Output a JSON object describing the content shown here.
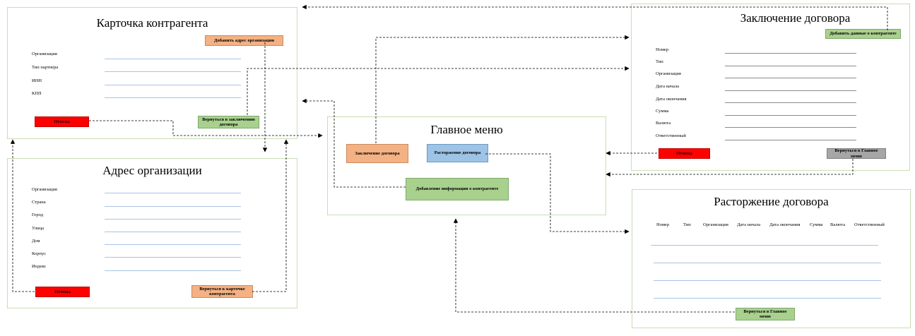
{
  "card": {
    "title": "Карточка контрагента",
    "fields": [
      "Организация",
      "Тип партнера",
      "ИНН",
      "КПП"
    ],
    "add_address_label": "Добавить адрес организации",
    "back_contract_label": "Вернуться в заключению договора",
    "cancel_label": "Отмена"
  },
  "address": {
    "title": "Адрес организации",
    "fields": [
      "Организация",
      "Страна",
      "Город",
      "Улица",
      "Дом",
      "Корпус",
      "Индекс"
    ],
    "cancel_label": "Отмена",
    "back_card_label": "Вернуться к карточке контрагента"
  },
  "menu": {
    "title": "Главное меню",
    "conclusion_label": "Заключение договора",
    "termination_label": "Расторжение договора",
    "add_info_label": "Добавление информации о контрагенте"
  },
  "conclusion": {
    "title": "Заключение договора",
    "add_counterparty_label": "Добавить данные о контрагенте",
    "fields": [
      "Номер",
      "Тип",
      "Организация",
      "Дата начала",
      "Дата окончания",
      "Сумма",
      "Валюта",
      "Ответственный"
    ],
    "cancel_label": "Отмена",
    "back_menu_label": "Вернуться в Главное меню"
  },
  "termination": {
    "title": "Расторжение договора",
    "columns": [
      "Номер",
      "Тип",
      "Организация",
      "Дата начала",
      "Дата окончания",
      "Сумма",
      "Валюта",
      "Ответственный"
    ],
    "back_menu_label": "Вернуться в Главное меню"
  }
}
